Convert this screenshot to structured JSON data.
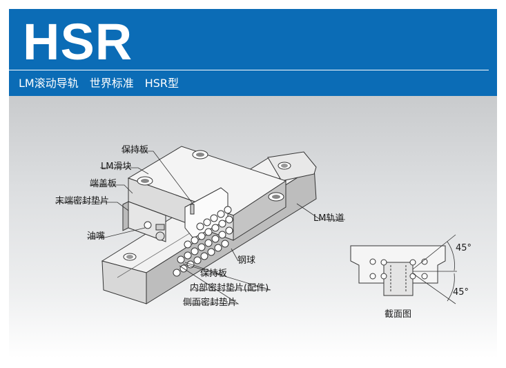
{
  "header": {
    "title": "HSR",
    "subtitle": "LM滚动导轨　世界标准　HSR型"
  },
  "colors": {
    "header_bg": "#0b6cb6",
    "text": "#1a1a1a"
  },
  "callouts": {
    "retainer_plate_top": "保持板",
    "lm_block": "LM滑块",
    "end_plate": "端盖板",
    "end_seal": "末端密封垫片",
    "grease_nipple": "油嘴",
    "lm_rail": "LM轨道",
    "balls": "钢球",
    "retainer_plate_bottom": "保持板",
    "inner_seal": "内部密封垫片(配件)",
    "side_seal": "侧面密封垫片"
  },
  "cross_section": {
    "angle_upper": "45°",
    "angle_lower": "45°",
    "caption": "截面图"
  }
}
